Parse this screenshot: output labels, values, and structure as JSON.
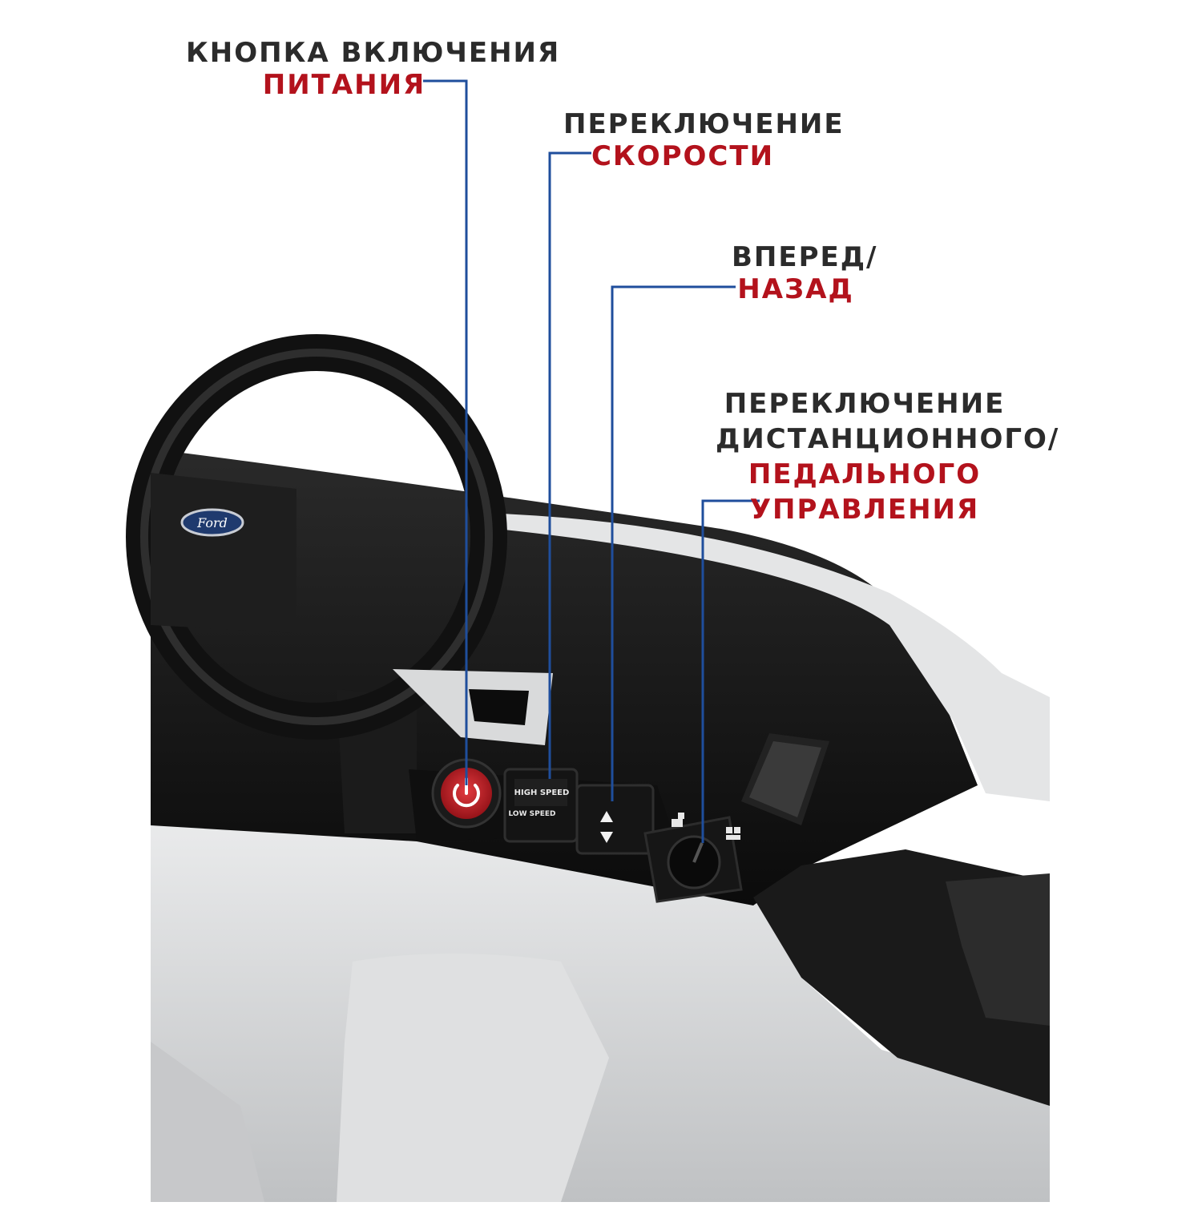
{
  "colors": {
    "leader_line": "#1f4e9c",
    "label_dark": "#2b2b2b",
    "label_accent": "#b3121c",
    "car_body": "#d4d5d7",
    "dashboard": "#121212"
  },
  "callouts": {
    "power": {
      "line1": "КНОПКА ВКЛЮЧЕНИЯ",
      "line2": "ПИТАНИЯ"
    },
    "speed": {
      "line1": "ПЕРЕКЛЮЧЕНИЕ",
      "line2": "СКОРОСТИ"
    },
    "direction": {
      "line1": "ВПЕРЕД/",
      "line2": "НАЗАД"
    },
    "control": {
      "line1": "ПЕРЕКЛЮЧЕНИЕ",
      "line2": "ДИСТАНЦИОННОГО/",
      "line3": "ПЕДАЛЬНОГО",
      "line4": "УПРАВЛЕНИЯ"
    }
  },
  "controls": {
    "speed_switch": {
      "high": "HIGH SPEED",
      "low": "LOW SPEED"
    },
    "steering_badge": "Ford",
    "icons": [
      "power-icon",
      "up-arrow-icon",
      "down-arrow-icon",
      "remote-icon",
      "pedal-icon"
    ]
  }
}
